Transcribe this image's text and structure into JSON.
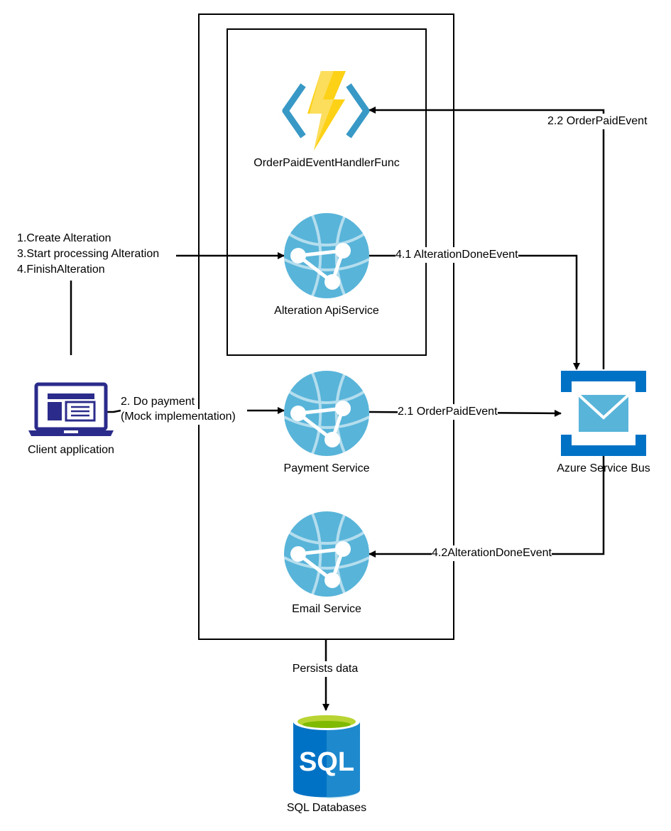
{
  "nodes": {
    "function": {
      "label": "OrderPaidEventHandlerFunc",
      "icon": "azure-function-icon"
    },
    "alteration": {
      "label": "Alteration ApiService",
      "icon": "azure-app-service-icon"
    },
    "payment": {
      "label": "Payment Service",
      "icon": "azure-app-service-icon"
    },
    "email": {
      "label": "Email Service",
      "icon": "azure-app-service-icon"
    },
    "servicebus": {
      "label": "Azure Service Bus",
      "icon": "service-bus-icon"
    },
    "client": {
      "label": "Client application",
      "icon": "laptop-icon"
    },
    "sql": {
      "label": "SQL Databases",
      "icon": "sql-database-icon",
      "badge": "SQL"
    }
  },
  "edges": {
    "client_to_alteration": [
      "1.Create Alteration",
      "3.Start processing Alteration",
      "4.FinishAlteration"
    ],
    "client_to_payment": [
      "2. Do payment",
      "(Mock implementation)"
    ],
    "payment_to_bus": "2.1 OrderPaidEvent",
    "bus_to_function": "2.2 OrderPaidEvent",
    "alteration_to_bus": "4.1 AlterationDoneEvent",
    "bus_to_email": "4.2AlterationDoneEvent",
    "services_to_sql": "Persists data"
  },
  "colors": {
    "app_service_blue": "#59b4d9",
    "function_yellow": "#fcd116",
    "function_bracket": "#3999c6",
    "bus_blue": "#0072c6",
    "laptop_navy": "#2b2b8c",
    "sql_blue": "#0072c6",
    "sql_top": "#b8d432"
  }
}
